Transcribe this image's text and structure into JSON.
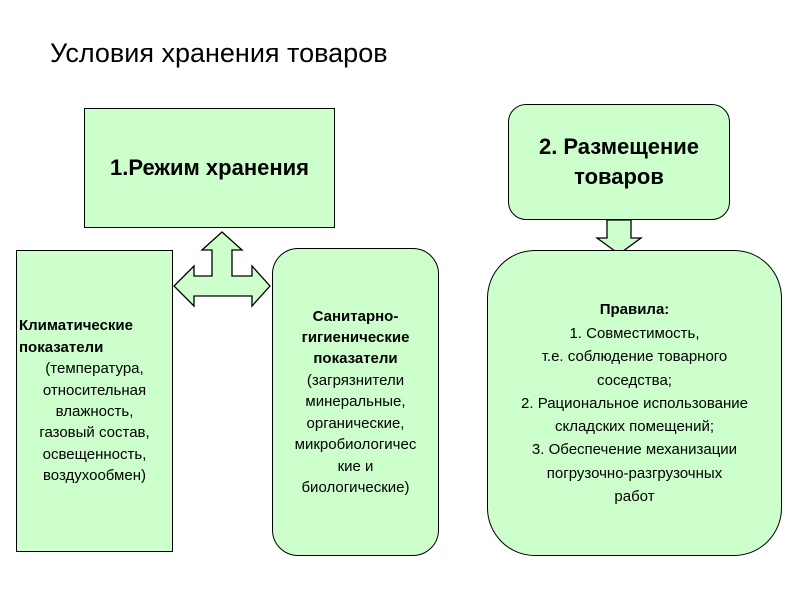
{
  "title": "Условия хранения товаров",
  "colors": {
    "box_fill": "#ccffcc",
    "arrow_fill": "#ccffcc",
    "border": "#000000"
  },
  "box1": {
    "label": "1.Режим хранения"
  },
  "box2": {
    "lines": [
      "2. Размещение",
      "товаров"
    ]
  },
  "box3": {
    "title_lines": [
      "Климатические",
      "показатели"
    ],
    "body_lines": [
      "(температура,",
      "относительная",
      "влажность,",
      "газовый состав,",
      "освещенность,",
      "воздухообмен)"
    ]
  },
  "box4": {
    "title_lines": [
      "Санитарно-",
      "гигиенические",
      "показатели"
    ],
    "body_lines": [
      "(загрязнители",
      "минеральные,",
      "органические,",
      "микробиологичес",
      "кие и",
      "биологические)"
    ]
  },
  "box5": {
    "title": "Правила:",
    "lines": [
      "1. Совместимость,",
      "т.е. соблюдение товарного",
      "соседства;",
      "2. Рациональное использование",
      "складских помещений;",
      "3. Обеспечение механизации",
      "погрузочно-разгрузочных",
      "работ"
    ]
  }
}
